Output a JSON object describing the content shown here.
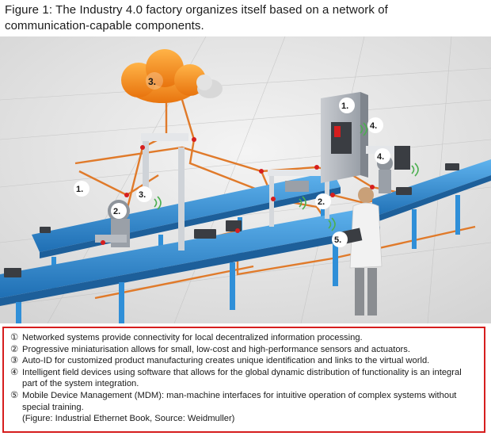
{
  "figure": {
    "title_line1": "Figure 1: The Industry 4.0 factory organizes itself based on a network of",
    "title_line2": "communication-capable components."
  },
  "callouts": {
    "cloud": "3.",
    "cabinet": "1.",
    "cabinet_side": "4.",
    "left_wire": "1.",
    "robot_left_sensor": "3.",
    "robot_left": "2.",
    "robot_right": "4.",
    "mid_sensor": "2.",
    "tablet": "5."
  },
  "legend": {
    "items": [
      {
        "num": "①",
        "text": "Networked systems provide connectivity for local decentralized information processing."
      },
      {
        "num": "②",
        "text": "Progressive miniaturisation allows for small, low-cost and high-performance sensors and actuators."
      },
      {
        "num": "③",
        "text": "Auto-ID for customized product manufacturing creates unique identification and links to the virtual world."
      },
      {
        "num": "④",
        "text": "Intelligent field devices using software that allows for the global dynamic distribution of functionality is an integral part of the system integration."
      },
      {
        "num": "⑤",
        "text": "Mobile Device Management (MDM): man-machine interfaces for intuitive operation of complex systems without special training."
      }
    ],
    "source": "(Figure: Industrial Ethernet Book, Source: Weidmuller)"
  },
  "colors": {
    "conveyor_blue": "#2f8fd8",
    "conveyor_frame": "#1d5f9a",
    "network_cable": "#e07a2a",
    "cloud_orange": "#f08a1c",
    "legend_border": "#d61e1e"
  }
}
